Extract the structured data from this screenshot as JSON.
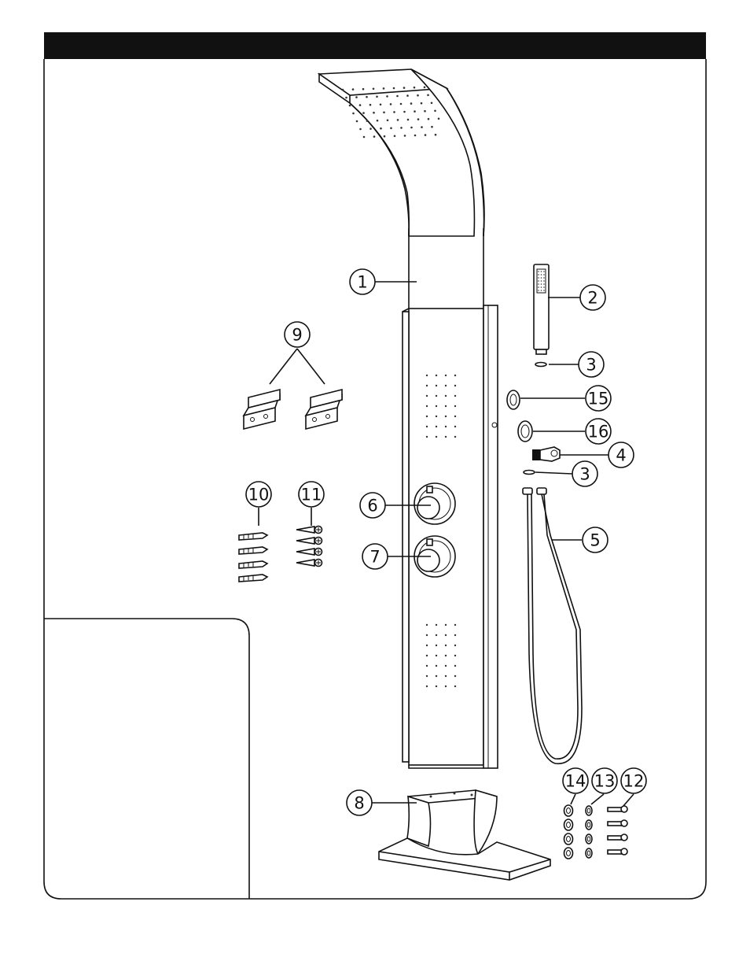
{
  "diagram": {
    "callouts": [
      {
        "id": "1",
        "label": "1"
      },
      {
        "id": "2",
        "label": "2"
      },
      {
        "id": "3a",
        "label": "3"
      },
      {
        "id": "15",
        "label": "15"
      },
      {
        "id": "16",
        "label": "16"
      },
      {
        "id": "4",
        "label": "4"
      },
      {
        "id": "3b",
        "label": "3"
      },
      {
        "id": "5",
        "label": "5"
      },
      {
        "id": "9",
        "label": "9"
      },
      {
        "id": "10",
        "label": "10"
      },
      {
        "id": "11",
        "label": "11"
      },
      {
        "id": "6",
        "label": "6"
      },
      {
        "id": "7",
        "label": "7"
      },
      {
        "id": "8",
        "label": "8"
      },
      {
        "id": "14",
        "label": "14"
      },
      {
        "id": "13",
        "label": "13"
      },
      {
        "id": "12",
        "label": "12"
      }
    ]
  },
  "colors": {
    "ink": "#111111",
    "header_bar": "#111111",
    "paper": "#ffffff"
  }
}
